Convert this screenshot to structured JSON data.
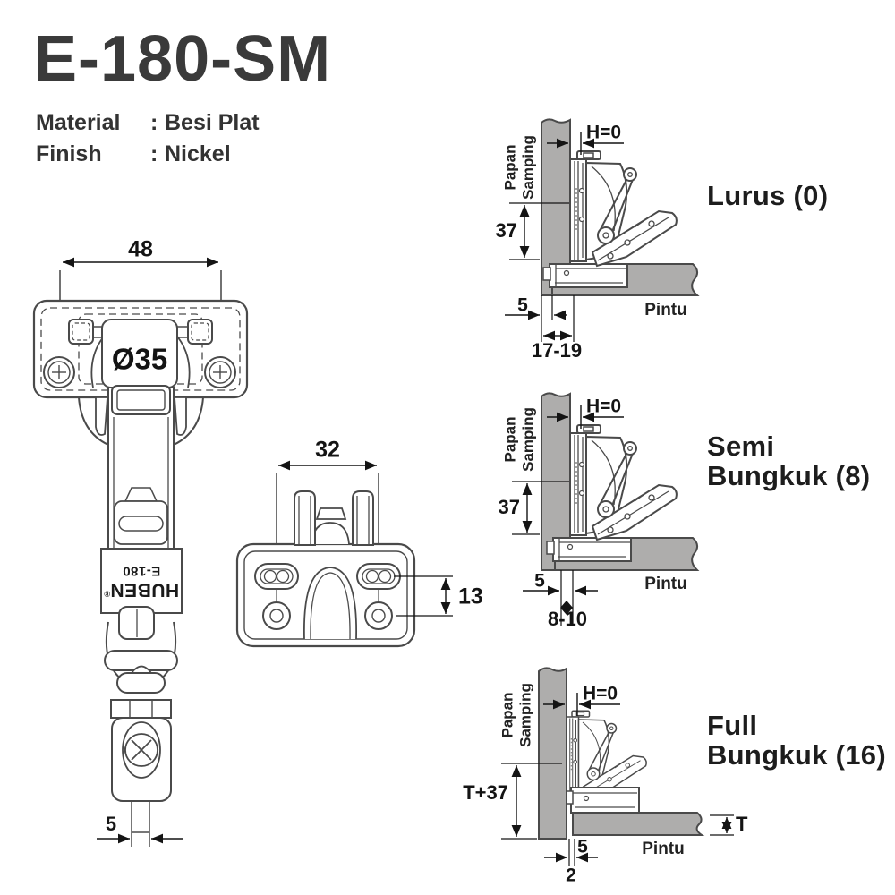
{
  "header": {
    "title": "E-180-SM",
    "specs": [
      {
        "label": "Material",
        "colon": ":",
        "value": "Besi Plat"
      },
      {
        "label": "Finish",
        "colon": ":",
        "value": "Nickel"
      }
    ]
  },
  "hinge_view": {
    "width_dim": "48",
    "cup_dim": "Ø35",
    "tail_dim": "5",
    "brand": "HUBEN",
    "brand_mark": "®",
    "model": "E-180"
  },
  "plate_view": {
    "width_dim": "32",
    "spacing_dim": "13"
  },
  "diagrams": [
    {
      "title_line1": "Lurus (0)",
      "title_line2": "",
      "panel_label_line1": "Papan",
      "panel_label_line2": "Samping",
      "door_label": "Pintu",
      "h_dim": "H=0",
      "side_dim": "37",
      "gap_dim": "5",
      "range_dim": "17-19"
    },
    {
      "title_line1": "Semi",
      "title_line2": "Bungkuk (8)",
      "panel_label_line1": "Papan",
      "panel_label_line2": "Samping",
      "door_label": "Pintu",
      "h_dim": "H=0",
      "side_dim": "37",
      "gap_dim": "5",
      "range_dim": "8-10"
    },
    {
      "title_line1": "Full",
      "title_line2": "Bungkuk (16)",
      "panel_label_line1": "Papan",
      "panel_label_line2": "Samping",
      "door_label": "Pintu",
      "h_dim": "H=0",
      "side_dim": "T+37",
      "gap_dim": "5",
      "range_dim": "2",
      "thickness_dim": "T"
    }
  ],
  "colors": {
    "ink": "#3a3a3a",
    "line_art": "#4a4a4a",
    "dimension": "#141414",
    "board_gray": "#aeadac"
  }
}
